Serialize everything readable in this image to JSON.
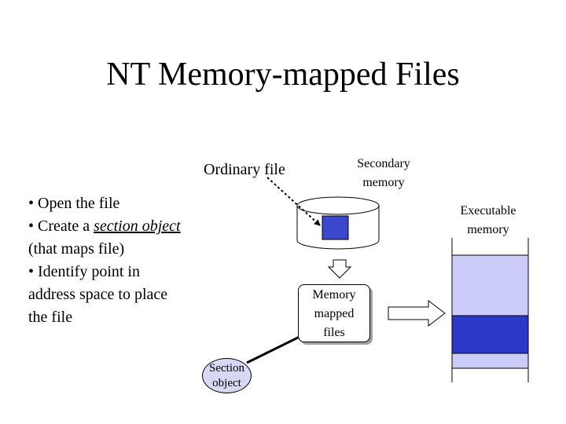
{
  "title": "NT Memory-mapped Files",
  "labels": {
    "ordinary_file": "Ordinary file",
    "secondary_memory": [
      "Secondary",
      "memory"
    ],
    "executable_memory": [
      "Executable",
      "memory"
    ]
  },
  "bullets": {
    "line1": "• Open the file",
    "line2_prefix": "• Create a ",
    "line2_link": "section object",
    "line3": "(that maps file)",
    "line4": "• Identify point in",
    "line5": "address space to place",
    "line6": "the file"
  },
  "mapped_box": [
    "Memory",
    "mapped",
    "files"
  ],
  "section_object": [
    "Section",
    "object"
  ],
  "colors": {
    "disk_block": "#3c48cc",
    "exec_light": "#ccccf8",
    "exec_dark": "#2c38c8",
    "section_fill": "#d8d8f4"
  }
}
